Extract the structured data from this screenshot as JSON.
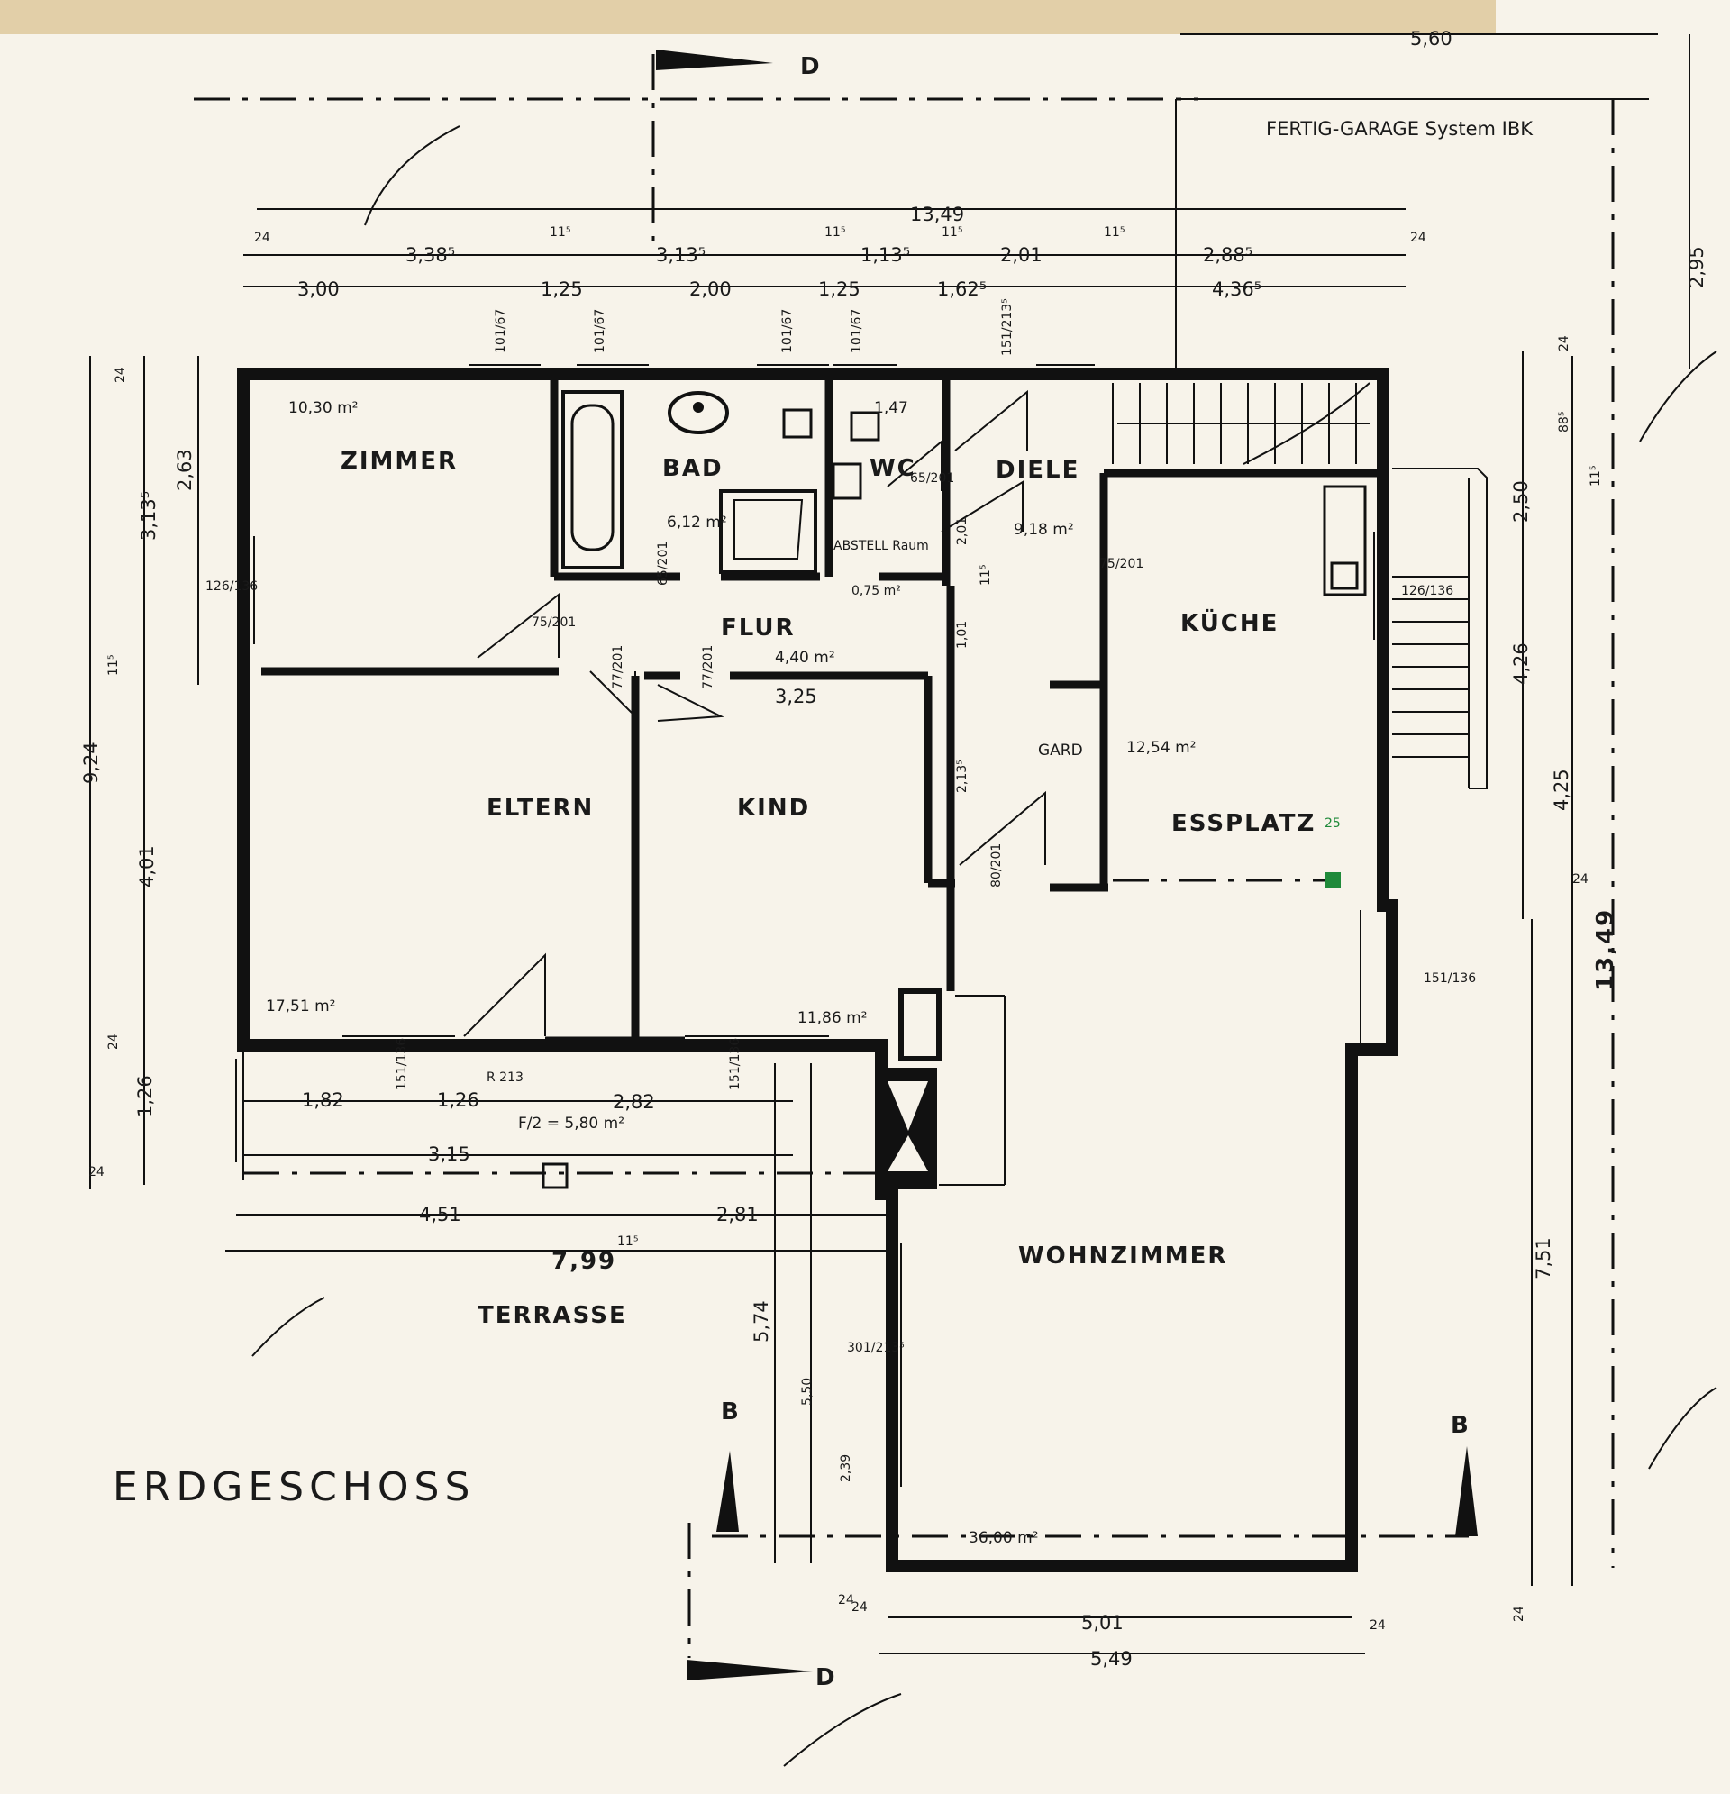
{
  "title": "ERDGESCHOSS",
  "garage_note": "FERTIG-GARAGE System IBK",
  "rooms": {
    "zimmer": "ZIMMER",
    "bad": "BAD",
    "wc": "WC",
    "diele": "DIELE",
    "abstell": "ABSTELL Raum",
    "flur": "FLUR",
    "kueche": "KÜCHE",
    "eltern": "ELTERN",
    "kind": "KIND",
    "gard": "GARD",
    "essplatz": "ESSPLATZ",
    "wohnzimmer": "WOHNZIMMER",
    "terrasse": "TERRASSE"
  },
  "areas": {
    "zimmer": "10,30 m²",
    "bad": "6,12 m²",
    "wc": "1,47",
    "diele": "9,18 m²",
    "abstell": "0,75 m²",
    "flur": "4,40 m²",
    "kueche": "12,54 m²",
    "eltern": "17,51 m²",
    "kind": "11,86 m²",
    "wohnzimmer": "36,00 m²",
    "terrasse": "F/2 = 5,80 m²"
  },
  "section_marks": {
    "d": "D",
    "b": "B"
  },
  "dims": {
    "top_total": "13,49",
    "top_garage": "5,60",
    "garage_depth": "2,95",
    "top_row": [
      "24",
      "3,38⁵",
      "11⁵",
      "3,13⁵",
      "11⁵",
      "1,13⁵",
      "11⁵",
      "2,01",
      "11⁵",
      "2,88⁵",
      "24"
    ],
    "top_row2": [
      "3,00",
      "1,25",
      "2,00",
      "1,25",
      "1,62⁵",
      "4,36⁵"
    ],
    "windows_top": [
      "101/67",
      "101/67",
      "101/67",
      "101/67",
      "151/213⁵"
    ],
    "left": [
      "24",
      "3,13⁵",
      "2,63",
      "11⁵",
      "9,24",
      "4,01",
      "24",
      "1,26",
      "24"
    ],
    "right": [
      "24",
      "88⁵",
      "11⁵",
      "2,50",
      "4,26",
      "4,25",
      "24",
      "13,49",
      "7,51",
      "24"
    ],
    "bottom": [
      "1,82",
      "1,26",
      "2,82",
      "3,15",
      "4,51",
      "2,81",
      "11⁵",
      "7,99",
      "24",
      "5,01",
      "5,49",
      "24"
    ],
    "living": [
      "5,74",
      "5,50",
      "2,39",
      "301/213⁵",
      "24"
    ],
    "openings": [
      "126/136",
      "126/136",
      "151/136",
      "151/136",
      "151/136",
      "75/201",
      "75/201",
      "65/201",
      "65/201",
      "77/201",
      "77/201",
      "80/201",
      "3,25",
      "1,01",
      "2,01",
      "2,13⁵",
      "11⁵",
      "R 213",
      "25"
    ]
  }
}
